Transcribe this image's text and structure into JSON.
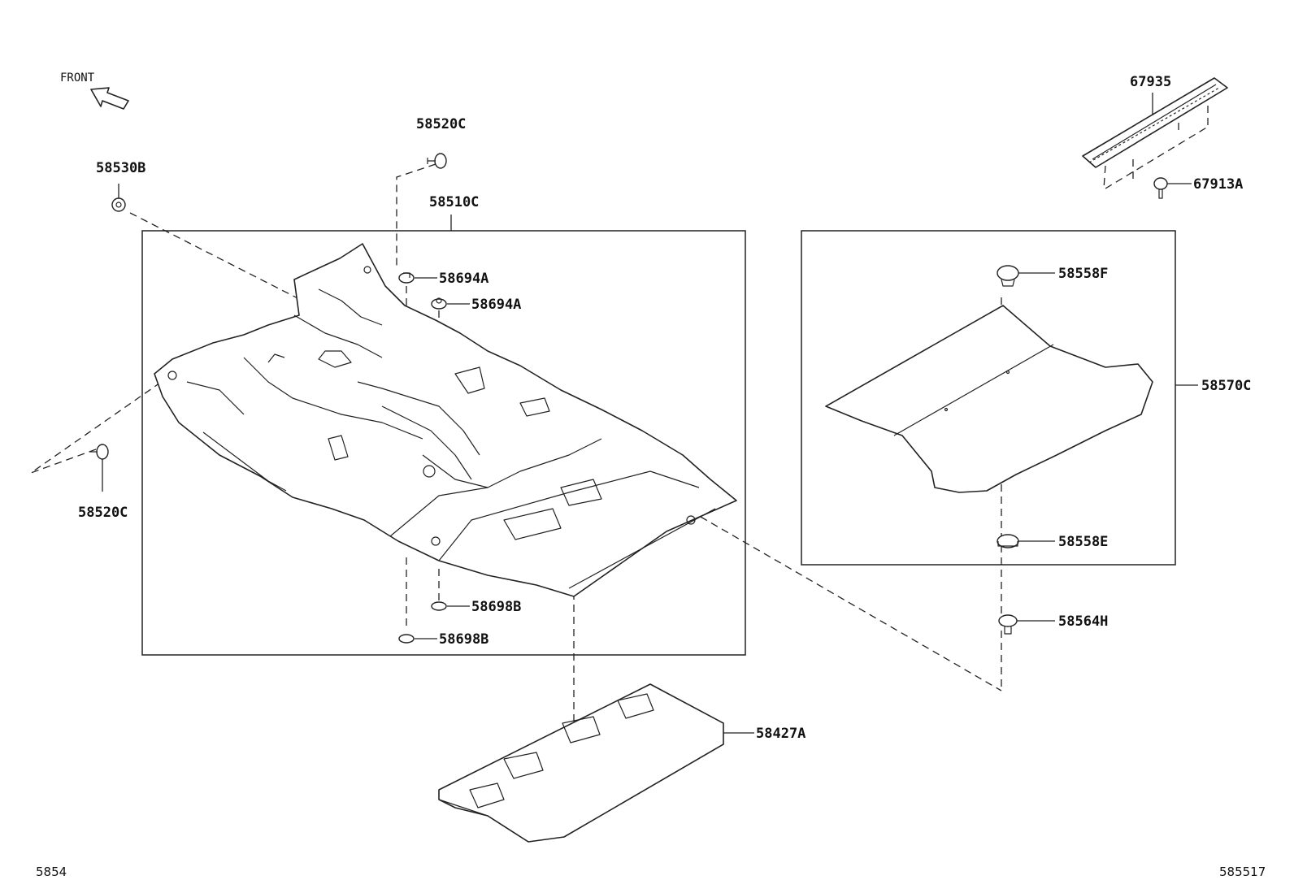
{
  "front_label": "FRONT",
  "parts": {
    "p58520C_top": "58520C",
    "p58530B": "58530B",
    "p58510C": "58510C",
    "p58694A_1": "58694A",
    "p58694A_2": "58694A",
    "p58520C_left": "58520C",
    "p58698B_1": "58698B",
    "p58698B_2": "58698B",
    "p58427A": "58427A",
    "p67935": "67935",
    "p67913A": "67913A",
    "p58558F": "58558F",
    "p58570C": "58570C",
    "p58558E": "58558E",
    "p58564H": "58564H"
  },
  "footer": {
    "left_code": "5854",
    "right_code": "585517"
  }
}
